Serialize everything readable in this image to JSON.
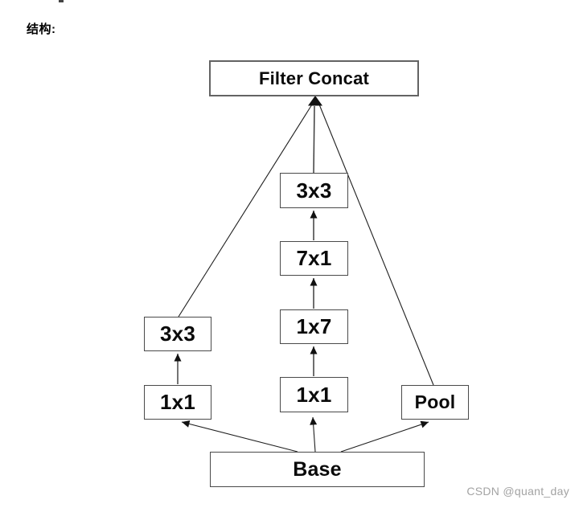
{
  "page": {
    "heading": "结构:",
    "watermark": "CSDN @quant_day",
    "background_color": "#ffffff"
  },
  "colors": {
    "node_border": "#4a4a4a",
    "node_fill": "#ffffff",
    "label_text": "#0a0a0a",
    "edge_line": "#1f1f1f",
    "chain_edge_line": "#3d3d3d",
    "arrowhead_fill": "#111111",
    "watermark_text": "#a3a3a3"
  },
  "diagram": {
    "type": "flowchart",
    "nodes": {
      "filter_concat": {
        "label": "Filter Concat"
      },
      "mid_3x3": {
        "label": "3x3"
      },
      "mid_7x1": {
        "label": "7x1"
      },
      "mid_1x7": {
        "label": "1x7"
      },
      "mid_1x1": {
        "label": "1x1"
      },
      "left_3x3": {
        "label": "3x3"
      },
      "left_1x1": {
        "label": "1x1"
      },
      "pool": {
        "label": "Pool"
      },
      "base": {
        "label": "Base"
      }
    },
    "edges": [
      {
        "from": "base",
        "to": "left_1x1"
      },
      {
        "from": "base",
        "to": "mid_1x1"
      },
      {
        "from": "base",
        "to": "pool"
      },
      {
        "from": "left_1x1",
        "to": "left_3x3"
      },
      {
        "from": "mid_1x1",
        "to": "mid_1x7"
      },
      {
        "from": "mid_1x7",
        "to": "mid_7x1"
      },
      {
        "from": "mid_7x1",
        "to": "mid_3x3"
      },
      {
        "from": "left_3x3",
        "to": "filter_concat"
      },
      {
        "from": "mid_3x3",
        "to": "filter_concat"
      },
      {
        "from": "pool",
        "to": "filter_concat"
      }
    ]
  }
}
